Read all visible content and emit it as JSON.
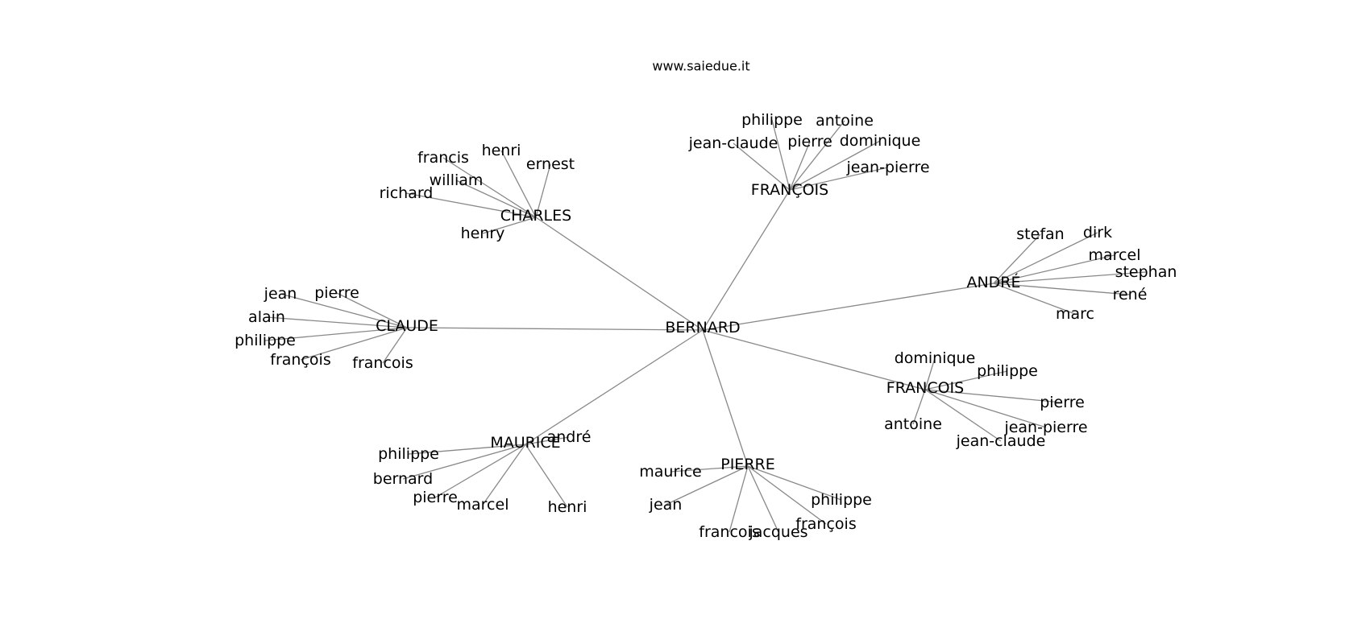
{
  "header": {
    "site": "www.saiedue.it"
  },
  "graph": {
    "root": "BERNARD",
    "clusters": [
      {
        "name": "FRANÇOIS",
        "children": [
          "philippe",
          "antoine",
          "jean-claude",
          "pierre",
          "dominique",
          "jean-pierre"
        ]
      },
      {
        "name": "CHARLES",
        "children": [
          "henri",
          "francis",
          "ernest",
          "william",
          "richard",
          "henry"
        ]
      },
      {
        "name": "ANDRÉ",
        "children": [
          "stefan",
          "dirk",
          "marcel",
          "stephan",
          "rené",
          "marc"
        ]
      },
      {
        "name": "CLAUDE",
        "children": [
          "jean",
          "pierre",
          "alain",
          "philippe",
          "françois",
          "francois"
        ]
      },
      {
        "name": "FRANCOIS",
        "children": [
          "dominique",
          "philippe",
          "pierre",
          "antoine",
          "jean-pierre",
          "jean-claude"
        ]
      },
      {
        "name": "MAURICE",
        "children": [
          "andré",
          "philippe",
          "bernard",
          "pierre",
          "marcel",
          "henri"
        ]
      },
      {
        "name": "PIERRE",
        "children": [
          "maurice",
          "jean",
          "philippe",
          "françois",
          "francois",
          "jacques"
        ]
      }
    ]
  },
  "style": {
    "edge_color": "#888888",
    "text_color": "#000000",
    "background": "#ffffff"
  }
}
